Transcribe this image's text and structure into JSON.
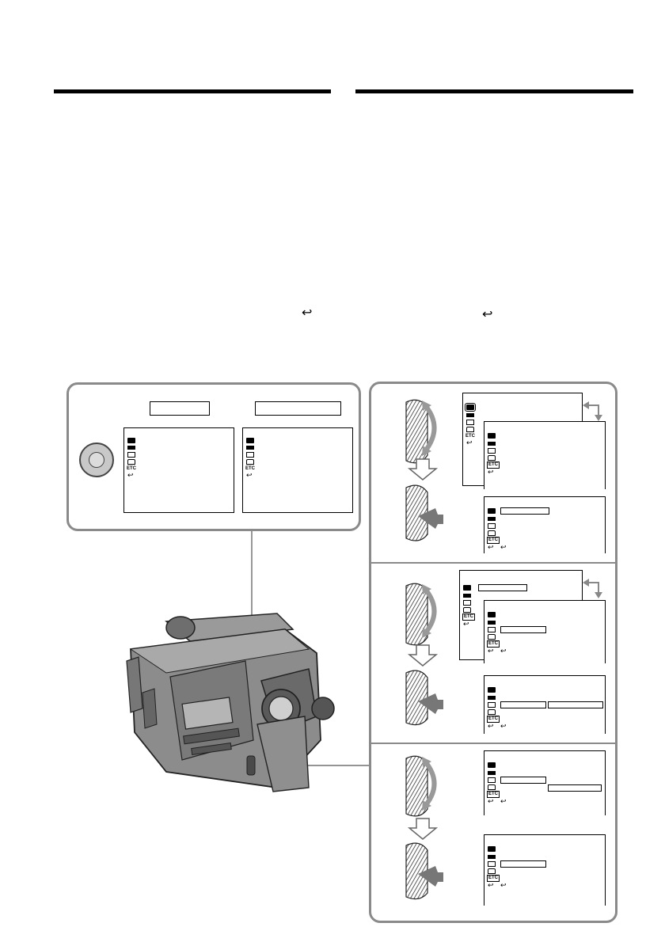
{
  "page": {
    "left_rule": "left-section-rule",
    "right_rule": "right-section-rule"
  },
  "return_symbol": "↩",
  "inset": {
    "label_left": "",
    "label_right": "",
    "menu_icons": [
      "camera-set-icon",
      "vtr-set-icon",
      "display-set-icon",
      "tape-set-icon"
    ],
    "etc_label": "ETC"
  },
  "steps": [
    {
      "id": "step-1",
      "etc_label": "ETC"
    },
    {
      "id": "step-2",
      "etc_label": "ETC"
    },
    {
      "id": "step-3",
      "etc_label": "ETC"
    }
  ],
  "colors": {
    "panel_border": "#8a8a8a",
    "camcorder_body": "#7a7a7a",
    "arrow_fill": "#ffffff"
  }
}
